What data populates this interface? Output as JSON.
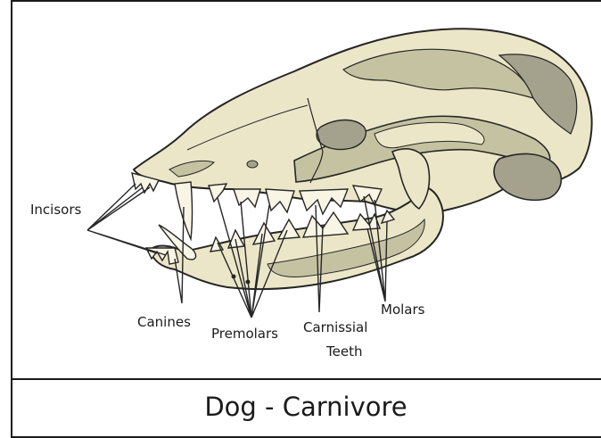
{
  "diagram": {
    "labels": {
      "incisors": "Incisors",
      "canines": "Canines",
      "premolars": "Premolars",
      "carnissial_line1": "Carnissial",
      "carnissial_line2": "Teeth",
      "molars": "Molars"
    },
    "caption": "Dog - Carnivore",
    "colors": {
      "bone": "#ECE6C8",
      "bone_shade": "#C5C2A2",
      "bone_dark": "#A4A28C",
      "tooth": "#F8F5E5",
      "outline": "#262626"
    }
  }
}
